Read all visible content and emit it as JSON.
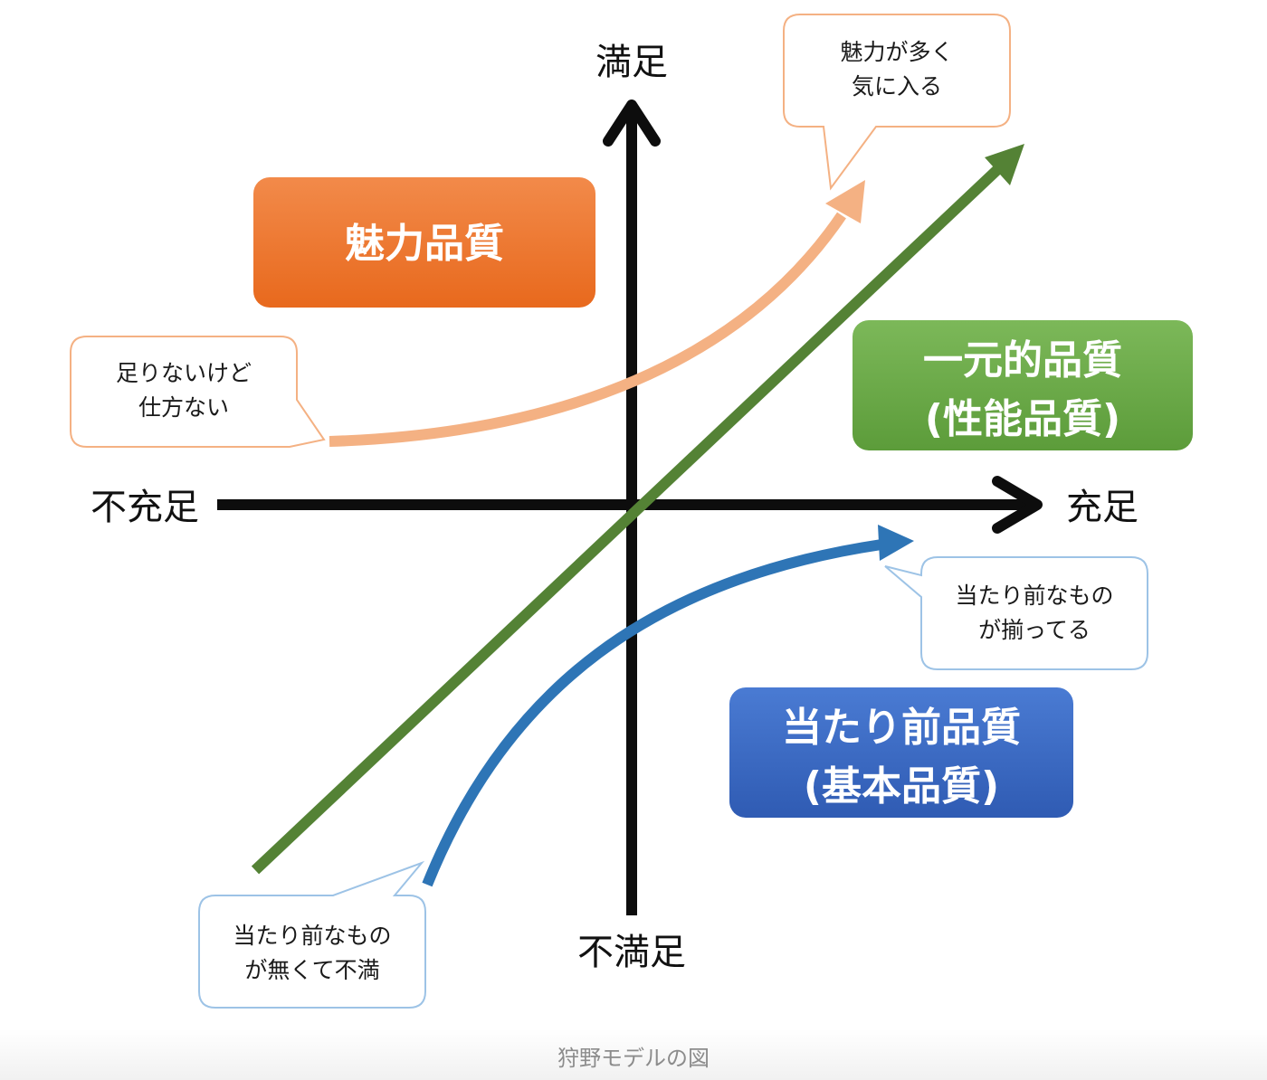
{
  "axes": {
    "top": "満足",
    "bottom": "不満足",
    "left": "不充足",
    "right": "充足"
  },
  "categories": {
    "attractive": {
      "line1": "魅力品質",
      "color": "#ef7a2c"
    },
    "one_dimensional": {
      "line1": "一元的品質",
      "line2": "(性能品質)",
      "color": "#6aa845"
    },
    "must_be": {
      "line1": "当たり前品質",
      "line2": "(基本品質)",
      "color": "#3d6cc5"
    }
  },
  "callouts": {
    "attractive_high": {
      "line1": "魅力が多く",
      "line2": "気に入る"
    },
    "attractive_low": {
      "line1": "足りないけど",
      "line2": "仕方ない"
    },
    "must_be_high": {
      "line1": "当たり前なもの",
      "line2": "が揃ってる"
    },
    "must_be_low": {
      "line1": "当たり前なもの",
      "line2": "が無くて不満"
    }
  },
  "curve_colors": {
    "attractive": "#f4b183",
    "one_dimensional": "#548235",
    "must_be": "#2e75b6"
  },
  "caption": "狩野モデルの図"
}
